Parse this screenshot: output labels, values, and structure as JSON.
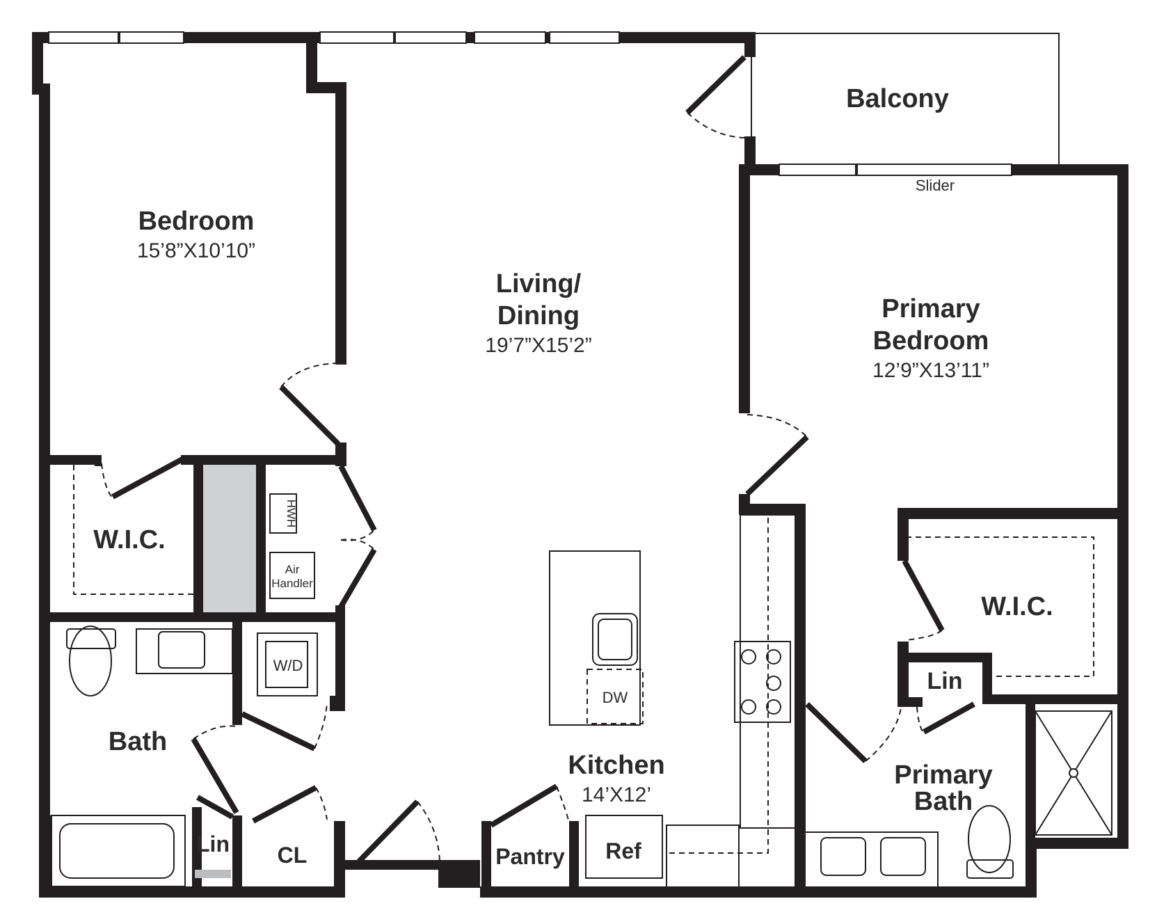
{
  "rooms": {
    "bedroom": {
      "name": "Bedroom",
      "dims": "15’8”X10’10”"
    },
    "living": {
      "name_line1": "Living/",
      "name_line2": "Dining",
      "dims": "19’7”X15’2”"
    },
    "balcony": {
      "name": "Balcony"
    },
    "slider": {
      "name": "Slider"
    },
    "primary_bedroom": {
      "name_line1": "Primary",
      "name_line2": "Bedroom",
      "dims": "12’9”X13’11”"
    },
    "wic_left": {
      "name": "W.I.C."
    },
    "wic_right": {
      "name": "W.I.C."
    },
    "hwh": {
      "name": "HWH"
    },
    "air_handler": {
      "name_line1": "Air",
      "name_line2": "Handler"
    },
    "wd": {
      "name": "W/D"
    },
    "dw": {
      "name": "DW"
    },
    "bath": {
      "name": "Bath"
    },
    "lin_left": {
      "name": "Lin"
    },
    "lin_right": {
      "name": "Lin"
    },
    "cl": {
      "name": "CL"
    },
    "kitchen": {
      "name": "Kitchen",
      "dims": "14’X12’"
    },
    "pantry": {
      "name": "Pantry"
    },
    "ref": {
      "name": "Ref"
    },
    "primary_bath": {
      "name_line1": "Primary",
      "name_line2": "Bath"
    }
  }
}
